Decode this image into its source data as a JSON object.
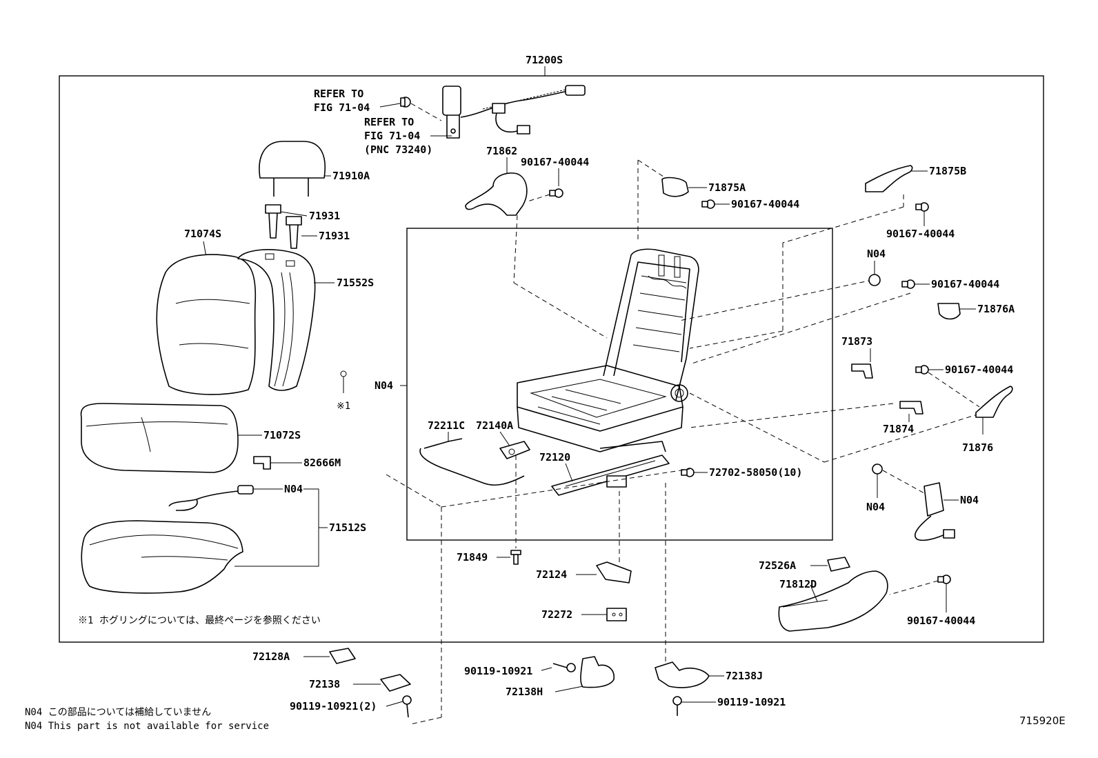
{
  "diagram_id": "715920E",
  "assembly_label": "71200S",
  "refer_note_1": [
    "REFER TO",
    "FIG 71-04"
  ],
  "refer_note_2": [
    "REFER TO",
    "FIG 71-04",
    "(PNC 73240)"
  ],
  "hog_ring_symbol": "※1",
  "hog_ring_note": "※1  ホグリングについては、最終ページを参照ください",
  "footer_notes": [
    "N04  この部品については補給していません",
    "N04  This part is not available for service"
  ],
  "part_labels": {
    "p71910A": "71910A",
    "p71931a": "71931",
    "p71931b": "71931",
    "p71074S": "71074S",
    "p71552S": "71552S",
    "p71072S": "71072S",
    "p82666M": "82666M",
    "pN04_cable": "N04",
    "p71512S": "71512S",
    "p71862": "71862",
    "p90167_a": "90167-40044",
    "p71875A": "71875A",
    "p90167_b": "90167-40044",
    "p71875B": "71875B",
    "p90167_c": "90167-40044",
    "pN04_frame": "N04",
    "p72211C": "72211C",
    "p72140A": "72140A",
    "p72120": "72120",
    "p72702": "72702-58050(10)",
    "pN04_grom": "N04",
    "p90167_d": "90167-40044",
    "p71876A": "71876A",
    "p71873": "71873",
    "p90167_e": "90167-40044",
    "p71874": "71874",
    "p71876": "71876",
    "pN04_clip": "N04",
    "pN04_buckle": "N04",
    "p71849": "71849",
    "p72124": "72124",
    "p72272": "72272",
    "p72526A": "72526A",
    "p71812D": "71812D",
    "p90167_f": "90167-40044",
    "p72128A": "72128A",
    "p72138": "72138",
    "p90119_2": "90119-10921(2)",
    "p90119_a": "90119-10921",
    "p72138H": "72138H",
    "p72138J": "72138J",
    "p90119_b": "90119-10921"
  }
}
